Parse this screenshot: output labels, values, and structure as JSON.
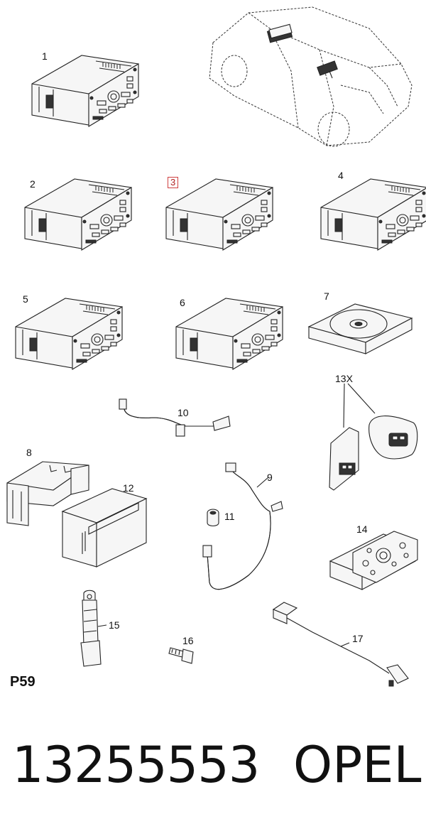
{
  "diagram": {
    "page_code": "P59",
    "callouts": {
      "c1": "1",
      "c2": "2",
      "c3": "3",
      "c4": "4",
      "c5": "5",
      "c6": "6",
      "c7": "7",
      "c8": "8",
      "c9": "9",
      "c10": "10",
      "c11": "11",
      "c12": "12",
      "c13": "13X",
      "c14": "14",
      "c15": "15",
      "c16": "16",
      "c17": "17"
    }
  },
  "footer": {
    "part_number": "13255553",
    "brand": "OPEL"
  }
}
